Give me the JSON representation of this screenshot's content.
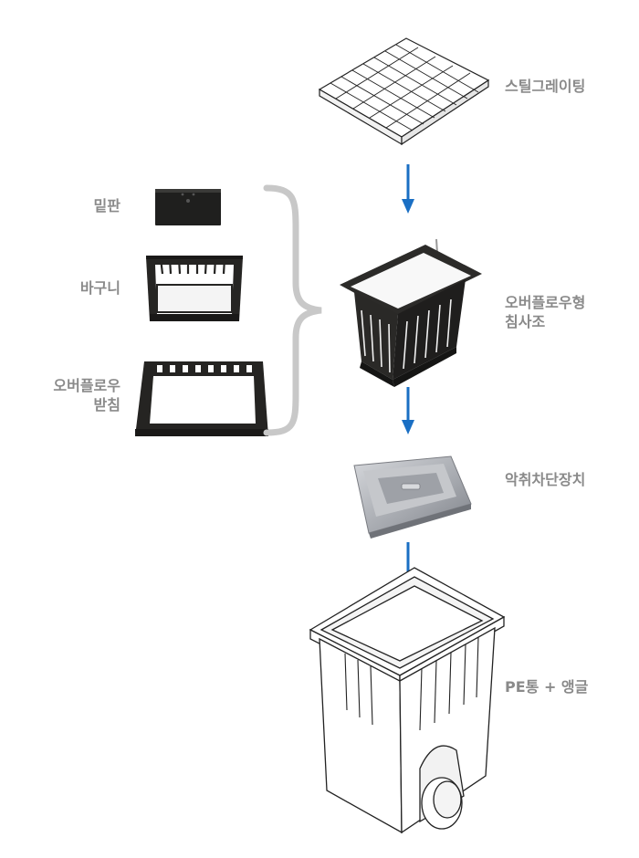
{
  "labels": {
    "grating": "스틸그레이팅",
    "bottom_plate": "밑판",
    "basket": "바구니",
    "overflow_stand_line1": "오버플로우",
    "overflow_stand_line2": "받침",
    "overflow_tank_line1": "오버플로우형",
    "overflow_tank_line2": "침사조",
    "odor_trap": "악취차단장치",
    "pe_body": "PE통 + 앵글"
  },
  "colors": {
    "label": "#8a8a8a",
    "arrow": "#1a6fc4",
    "brace": "#c8c8c8",
    "basket_plastic": "#2b2a28",
    "trap_gray": "#a9abb0"
  }
}
